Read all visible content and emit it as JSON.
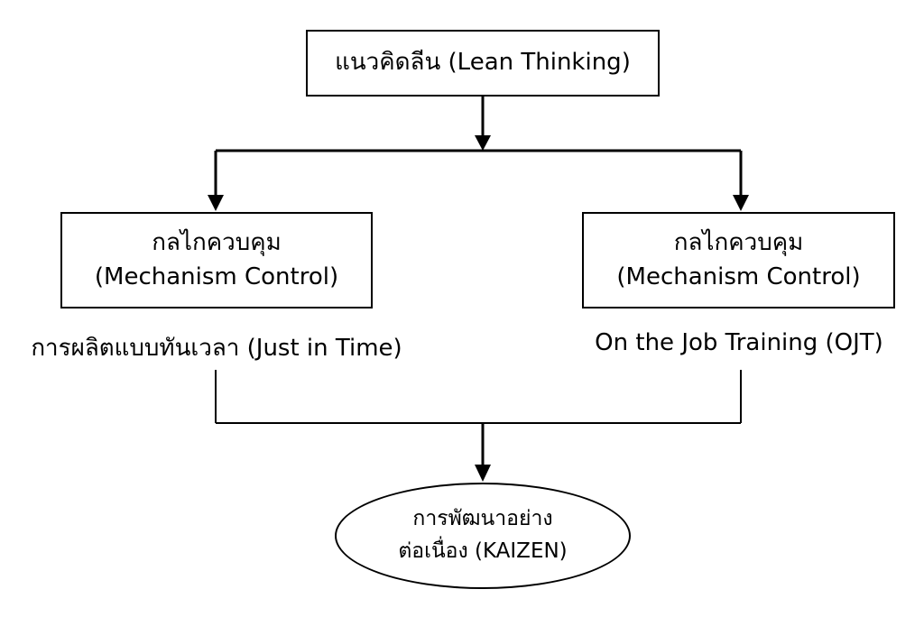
{
  "nodes": {
    "top": {
      "label": "แนวคิดลีน (Lean Thinking)"
    },
    "left": {
      "line1": "กลไกควบคุม",
      "line2": "(Mechanism Control)"
    },
    "right": {
      "line1": "กลไกควบคุม",
      "line2": "(Mechanism Control)"
    },
    "bottom": {
      "line1": "การพัฒนาอย่าง",
      "line2": "ต่อเนื่อง (KAIZEN)"
    }
  },
  "captions": {
    "left": "การผลิตแบบทันเวลา (Just in Time)",
    "right": "On the Job Training (OJT)"
  },
  "colors": {
    "stroke": "#000000",
    "background": "#ffffff"
  }
}
